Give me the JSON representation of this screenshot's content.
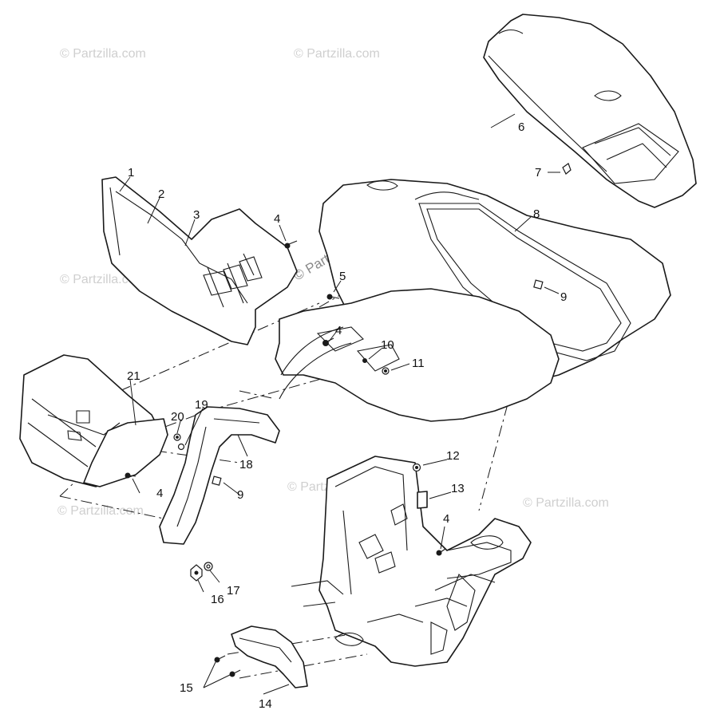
{
  "watermark": "© Partzilla.com",
  "callouts": [
    {
      "id": "c1",
      "label": "1"
    },
    {
      "id": "c2",
      "label": "2"
    },
    {
      "id": "c3",
      "label": "3"
    },
    {
      "id": "c4a",
      "label": "4"
    },
    {
      "id": "c4b",
      "label": "4"
    },
    {
      "id": "c4c",
      "label": "4"
    },
    {
      "id": "c4d",
      "label": "4"
    },
    {
      "id": "c5",
      "label": "5"
    },
    {
      "id": "c6",
      "label": "6"
    },
    {
      "id": "c7",
      "label": "7"
    },
    {
      "id": "c8",
      "label": "8"
    },
    {
      "id": "c9a",
      "label": "9"
    },
    {
      "id": "c9b",
      "label": "9"
    },
    {
      "id": "c10",
      "label": "10"
    },
    {
      "id": "c11",
      "label": "11"
    },
    {
      "id": "c12",
      "label": "12"
    },
    {
      "id": "c13",
      "label": "13"
    },
    {
      "id": "c14",
      "label": "14"
    },
    {
      "id": "c15",
      "label": "15"
    },
    {
      "id": "c16",
      "label": "16"
    },
    {
      "id": "c17",
      "label": "17"
    },
    {
      "id": "c18",
      "label": "18"
    },
    {
      "id": "c19",
      "label": "19"
    },
    {
      "id": "c20",
      "label": "20"
    },
    {
      "id": "c21",
      "label": "21"
    }
  ]
}
